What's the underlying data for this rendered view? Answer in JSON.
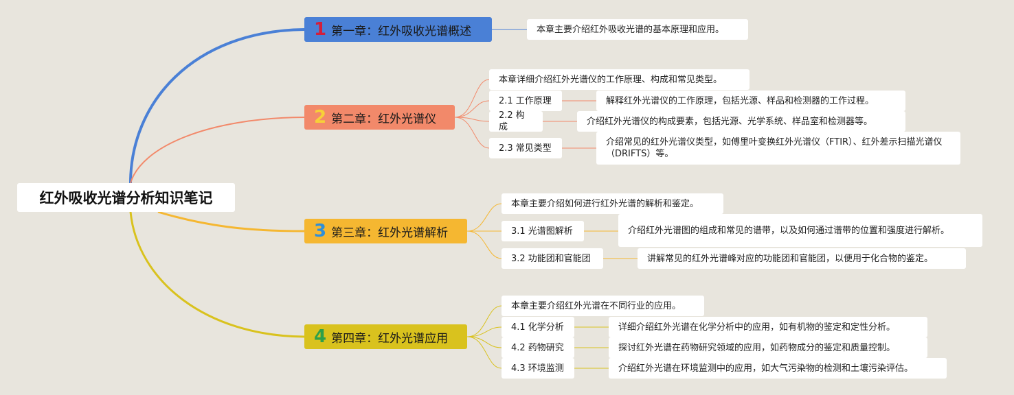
{
  "root": {
    "title": "红外吸收光谱分析知识笔记"
  },
  "chapters": [
    {
      "num": "1",
      "title": "第一章：红外吸收光谱概述",
      "color": "#4a80d6",
      "num_color": "#d21f3c",
      "intro": "本章主要介绍红外吸收光谱的基本原理和应用。",
      "sections": []
    },
    {
      "num": "2",
      "title": "第二章：红外光谱仪",
      "color": "#f2896a",
      "num_color": "#f7d038",
      "intro": "本章详细介绍红外光谱仪的工作原理、构成和常见类型。",
      "sections": [
        {
          "label": "2.1 工作原理",
          "desc": "解释红外光谱仪的工作原理，包括光源、样品和检测器的工作过程。"
        },
        {
          "label": "2.2 构成",
          "desc": "介绍红外光谱仪的构成要素，包括光源、光学系统、样品室和检测器等。"
        },
        {
          "label": "2.3 常见类型",
          "desc": "介绍常见的红外光谱仪类型，如傅里叶变换红外光谱仪（FTIR）、红外差示扫描光谱仪（DRIFTS）等。"
        }
      ]
    },
    {
      "num": "3",
      "title": "第三章：红外光谱解析",
      "color": "#f5b731",
      "num_color": "#2f8fd8",
      "intro": "本章主要介绍如何进行红外光谱的解析和鉴定。",
      "sections": [
        {
          "label": "3.1 光谱图解析",
          "desc": "介绍红外光谱图的组成和常见的谱带，以及如何通过谱带的位置和强度进行解析。"
        },
        {
          "label": "3.2 功能团和官能团",
          "desc": "讲解常见的红外光谱峰对应的功能团和官能团，以便用于化合物的鉴定。"
        }
      ]
    },
    {
      "num": "4",
      "title": "第四章：红外光谱应用",
      "color": "#d9c21e",
      "num_color": "#2ea04a",
      "intro": "本章主要介绍红外光谱在不同行业的应用。",
      "sections": [
        {
          "label": "4.1 化学分析",
          "desc": "详细介绍红外光谱在化学分析中的应用，如有机物的鉴定和定性分析。"
        },
        {
          "label": "4.2 药物研究",
          "desc": "探讨红外光谱在药物研究领域的应用，如药物成分的鉴定和质量控制。"
        },
        {
          "label": "4.3 环境监测",
          "desc": "介绍红外光谱在环境监测中的应用，如大气污染物的检测和土壤污染评估。"
        }
      ]
    }
  ]
}
